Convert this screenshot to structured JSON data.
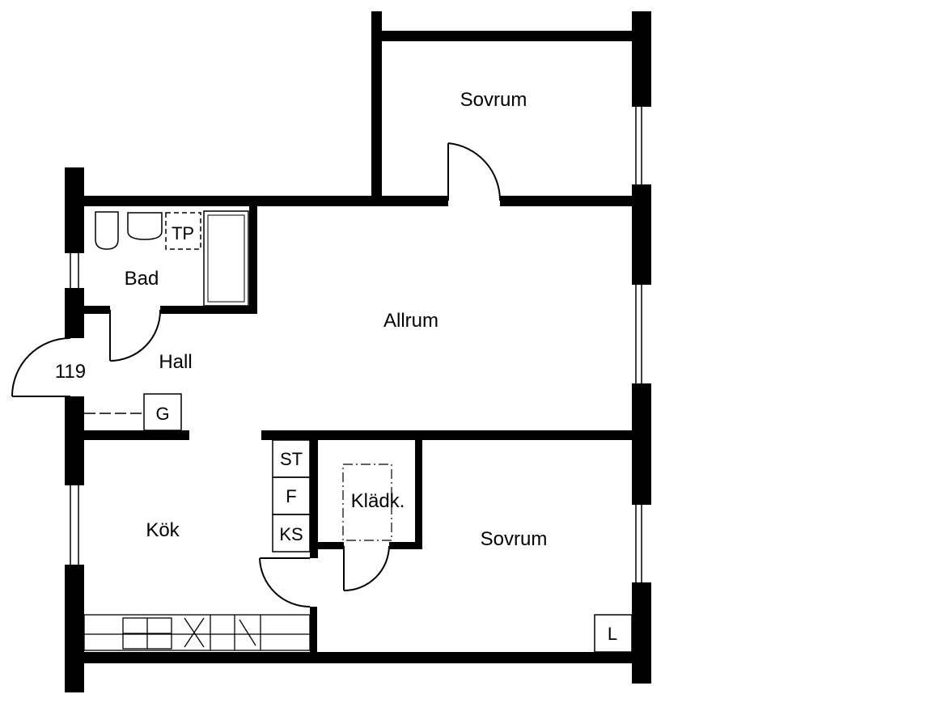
{
  "rooms": {
    "sovrum_top": "Sovrum",
    "bad": "Bad",
    "allrum": "Allrum",
    "hall": "Hall",
    "kok": "Kök",
    "kladk": "Klädk.",
    "sovrum_bottom": "Sovrum"
  },
  "fixtures": {
    "tp": "TP",
    "g": "G",
    "st": "ST",
    "f": "F",
    "ks": "KS",
    "l": "L"
  },
  "entrance_number": "119",
  "colors": {
    "wall": "#000000",
    "background": "#ffffff"
  }
}
